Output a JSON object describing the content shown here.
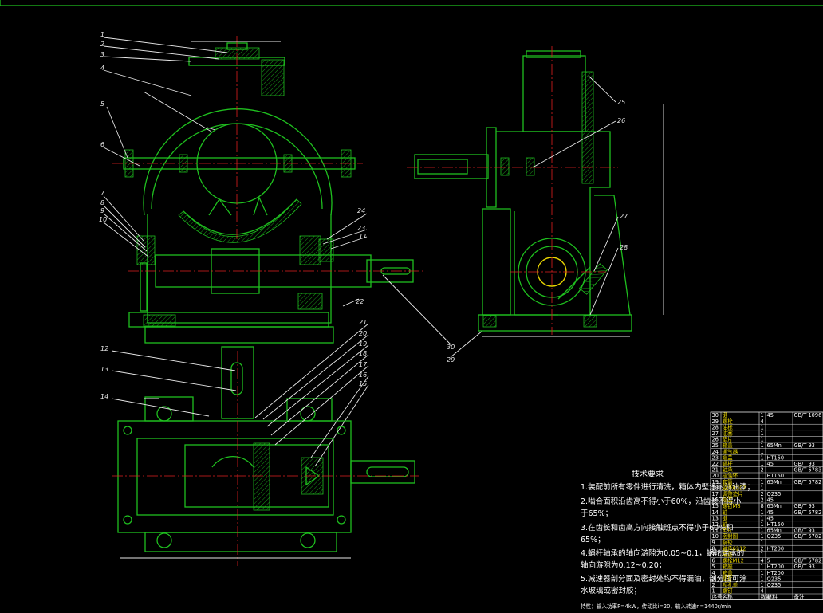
{
  "labels": {
    "front": [
      "1",
      "2",
      "3",
      "4",
      "5",
      "6",
      "7",
      "8",
      "9",
      "10",
      "11",
      "24",
      "23",
      "22",
      "30",
      "29"
    ],
    "side": [
      "25",
      "26",
      "27",
      "28"
    ],
    "top": [
      "12",
      "13",
      "14",
      "21",
      "20",
      "19",
      "18",
      "17",
      "16",
      "15"
    ]
  },
  "notes": {
    "title": "技术要求",
    "lines": [
      "1.装配前所有零件进行清洗，箱体内壁涂耐油油漆；",
      "2.啮合面积沿齿高不得小于60%，沿齿长不得小",
      "于65%；",
      "3.在齿长和齿高方向接触斑点不得小于60%和",
      "65%；",
      "4.蜗杆轴承的轴向游隙为0.05~0.1，蜗轮端承的",
      "轴向游隙为0.12~0.20；",
      "5.减速器剖分面及密封处均不得漏油，剖分面可涂",
      "水玻璃或密封胶；",
      "特性：输入功率P=4kW，传动比i=20，输入转速n=1440r/min"
    ]
  },
  "bom": {
    "rows": [
      {
        "no": "30",
        "name": "键",
        "qty": "1",
        "mat": "45",
        "std": "GB/T 1096"
      },
      {
        "no": "29",
        "name": "螺栓",
        "qty": "4",
        "mat": "",
        "std": ""
      },
      {
        "no": "28",
        "name": "油标",
        "qty": "1",
        "mat": "",
        "std": ""
      },
      {
        "no": "27",
        "name": "油塞",
        "qty": "1",
        "mat": "",
        "std": ""
      },
      {
        "no": "26",
        "name": "垫片",
        "qty": "1",
        "mat": "",
        "std": ""
      },
      {
        "no": "25",
        "name": "箱盖",
        "qty": "1",
        "mat": "65Mn",
        "std": "GB/T 93"
      },
      {
        "no": "24",
        "name": "通气器",
        "qty": "1",
        "mat": "",
        "std": ""
      },
      {
        "no": "23",
        "name": "端盖",
        "qty": "1",
        "mat": "HT150",
        "std": ""
      },
      {
        "no": "22",
        "name": "蜗杆",
        "qty": "1",
        "mat": "45",
        "std": "GB/T 93"
      },
      {
        "no": "21",
        "name": "轴承",
        "qty": "2",
        "mat": "",
        "std": "GB/T 5783"
      },
      {
        "no": "20",
        "name": "挡油环",
        "qty": "1",
        "mat": "HT150",
        "std": ""
      },
      {
        "no": "19",
        "name": "套筒",
        "qty": "1",
        "mat": "65Mn",
        "std": "GB/T 5782"
      },
      {
        "no": "18",
        "name": "轴承6207",
        "qty": "1",
        "mat": "",
        "std": ""
      },
      {
        "no": "17",
        "name": "调整垫片",
        "qty": "2",
        "mat": "Q235",
        "std": ""
      },
      {
        "no": "16",
        "name": "端盖",
        "qty": "2",
        "mat": "45",
        "std": ""
      },
      {
        "no": "15",
        "name": "螺钉M8",
        "qty": "8",
        "mat": "65Mn",
        "std": "GB/T 93"
      },
      {
        "no": "14",
        "name": "轴",
        "qty": "1",
        "mat": "45",
        "std": "GB/T 5782"
      },
      {
        "no": "13",
        "name": "键",
        "qty": "1",
        "mat": "45",
        "std": ""
      },
      {
        "no": "12",
        "name": "轴",
        "qty": "1",
        "mat": "HT150",
        "std": ""
      },
      {
        "no": "11",
        "name": "垫片",
        "qty": "1",
        "mat": "65Mn",
        "std": "GB/T 93"
      },
      {
        "no": "10",
        "name": "密封圈",
        "qty": "1",
        "mat": "Q235",
        "std": "GB/T 5782"
      },
      {
        "no": "9",
        "name": "蜗轮",
        "qty": "1",
        "mat": "",
        "std": ""
      },
      {
        "no": "8",
        "name": "轴承6212",
        "qty": "2",
        "mat": "HT200",
        "std": ""
      },
      {
        "no": "7",
        "name": "端盖",
        "qty": "1",
        "mat": "",
        "std": ""
      },
      {
        "no": "6",
        "name": "螺栓M12",
        "qty": "4",
        "mat": "5",
        "std": "GB/T 5782"
      },
      {
        "no": "5",
        "name": "箱座",
        "qty": "1",
        "mat": "HT200",
        "std": "GB/T 93"
      },
      {
        "no": "4",
        "name": "箱盖",
        "qty": "1",
        "mat": "HT200",
        "std": ""
      },
      {
        "no": "3",
        "name": "垫片",
        "qty": "1",
        "mat": "Q235",
        "std": ""
      },
      {
        "no": "2",
        "name": "视孔盖",
        "qty": "1",
        "mat": "Q235",
        "std": ""
      },
      {
        "no": "1",
        "name": "螺钉",
        "qty": "4",
        "mat": "",
        "std": ""
      }
    ],
    "header": {
      "no": "序号",
      "name": "名称",
      "qty": "数量",
      "mat": "材料",
      "std": "备注"
    }
  },
  "colors": {
    "outline": "#1fbf1f",
    "center": "#e02020",
    "leader": "#e8e8e8",
    "bore": "#e8d400",
    "bg": "#000000"
  }
}
